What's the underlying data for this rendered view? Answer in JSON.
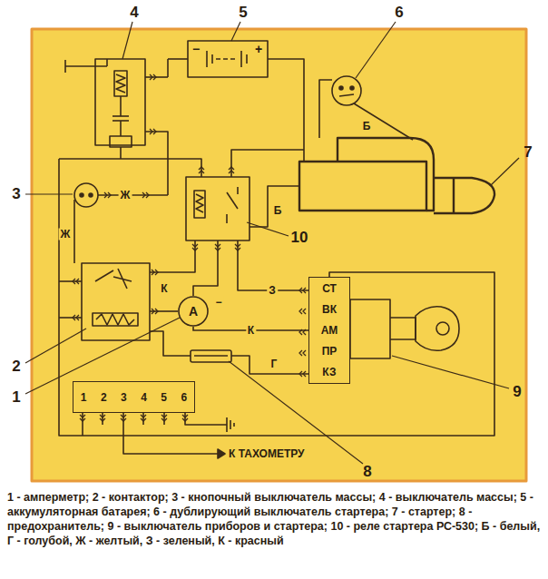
{
  "diagram": {
    "caption": "1 - амперметр; 2 - контактор; 3 - кнопочный выключатель массы; 4 - выключатель массы; 5 - аккумуляторная батарея; 6 - дублирующий выключатель стартера; 7 - стартер; 8 - предохранитель; 9 - выключатель приборов и стартера; 10 - реле стартера РС-530; Б - белый, Г - голубой, Ж - желтый, З - зеленый, К - красный",
    "nodes": [
      {
        "text": [
          "А"
        ]
      },
      {
        "text": [
          "СТ",
          "ВК",
          "АМ",
          "ПР",
          "КЗ"
        ]
      },
      {
        "text": [
          "1",
          "2",
          "3",
          "4",
          "5",
          "6"
        ]
      }
    ],
    "edges": [
      {
        "from": 0,
        "to": 1,
        "arrow": "none",
        "label": "К"
      }
    ],
    "labels": [
      "4",
      "5",
      "6",
      "3",
      "7",
      "10",
      "2",
      "1",
      "8",
      "9",
      "Ж",
      "Ж",
      "Б",
      "Б",
      "З",
      "Г",
      "К",
      "К ТАХОМЕТРУ",
      "−",
      "+",
      "−"
    ]
  }
}
